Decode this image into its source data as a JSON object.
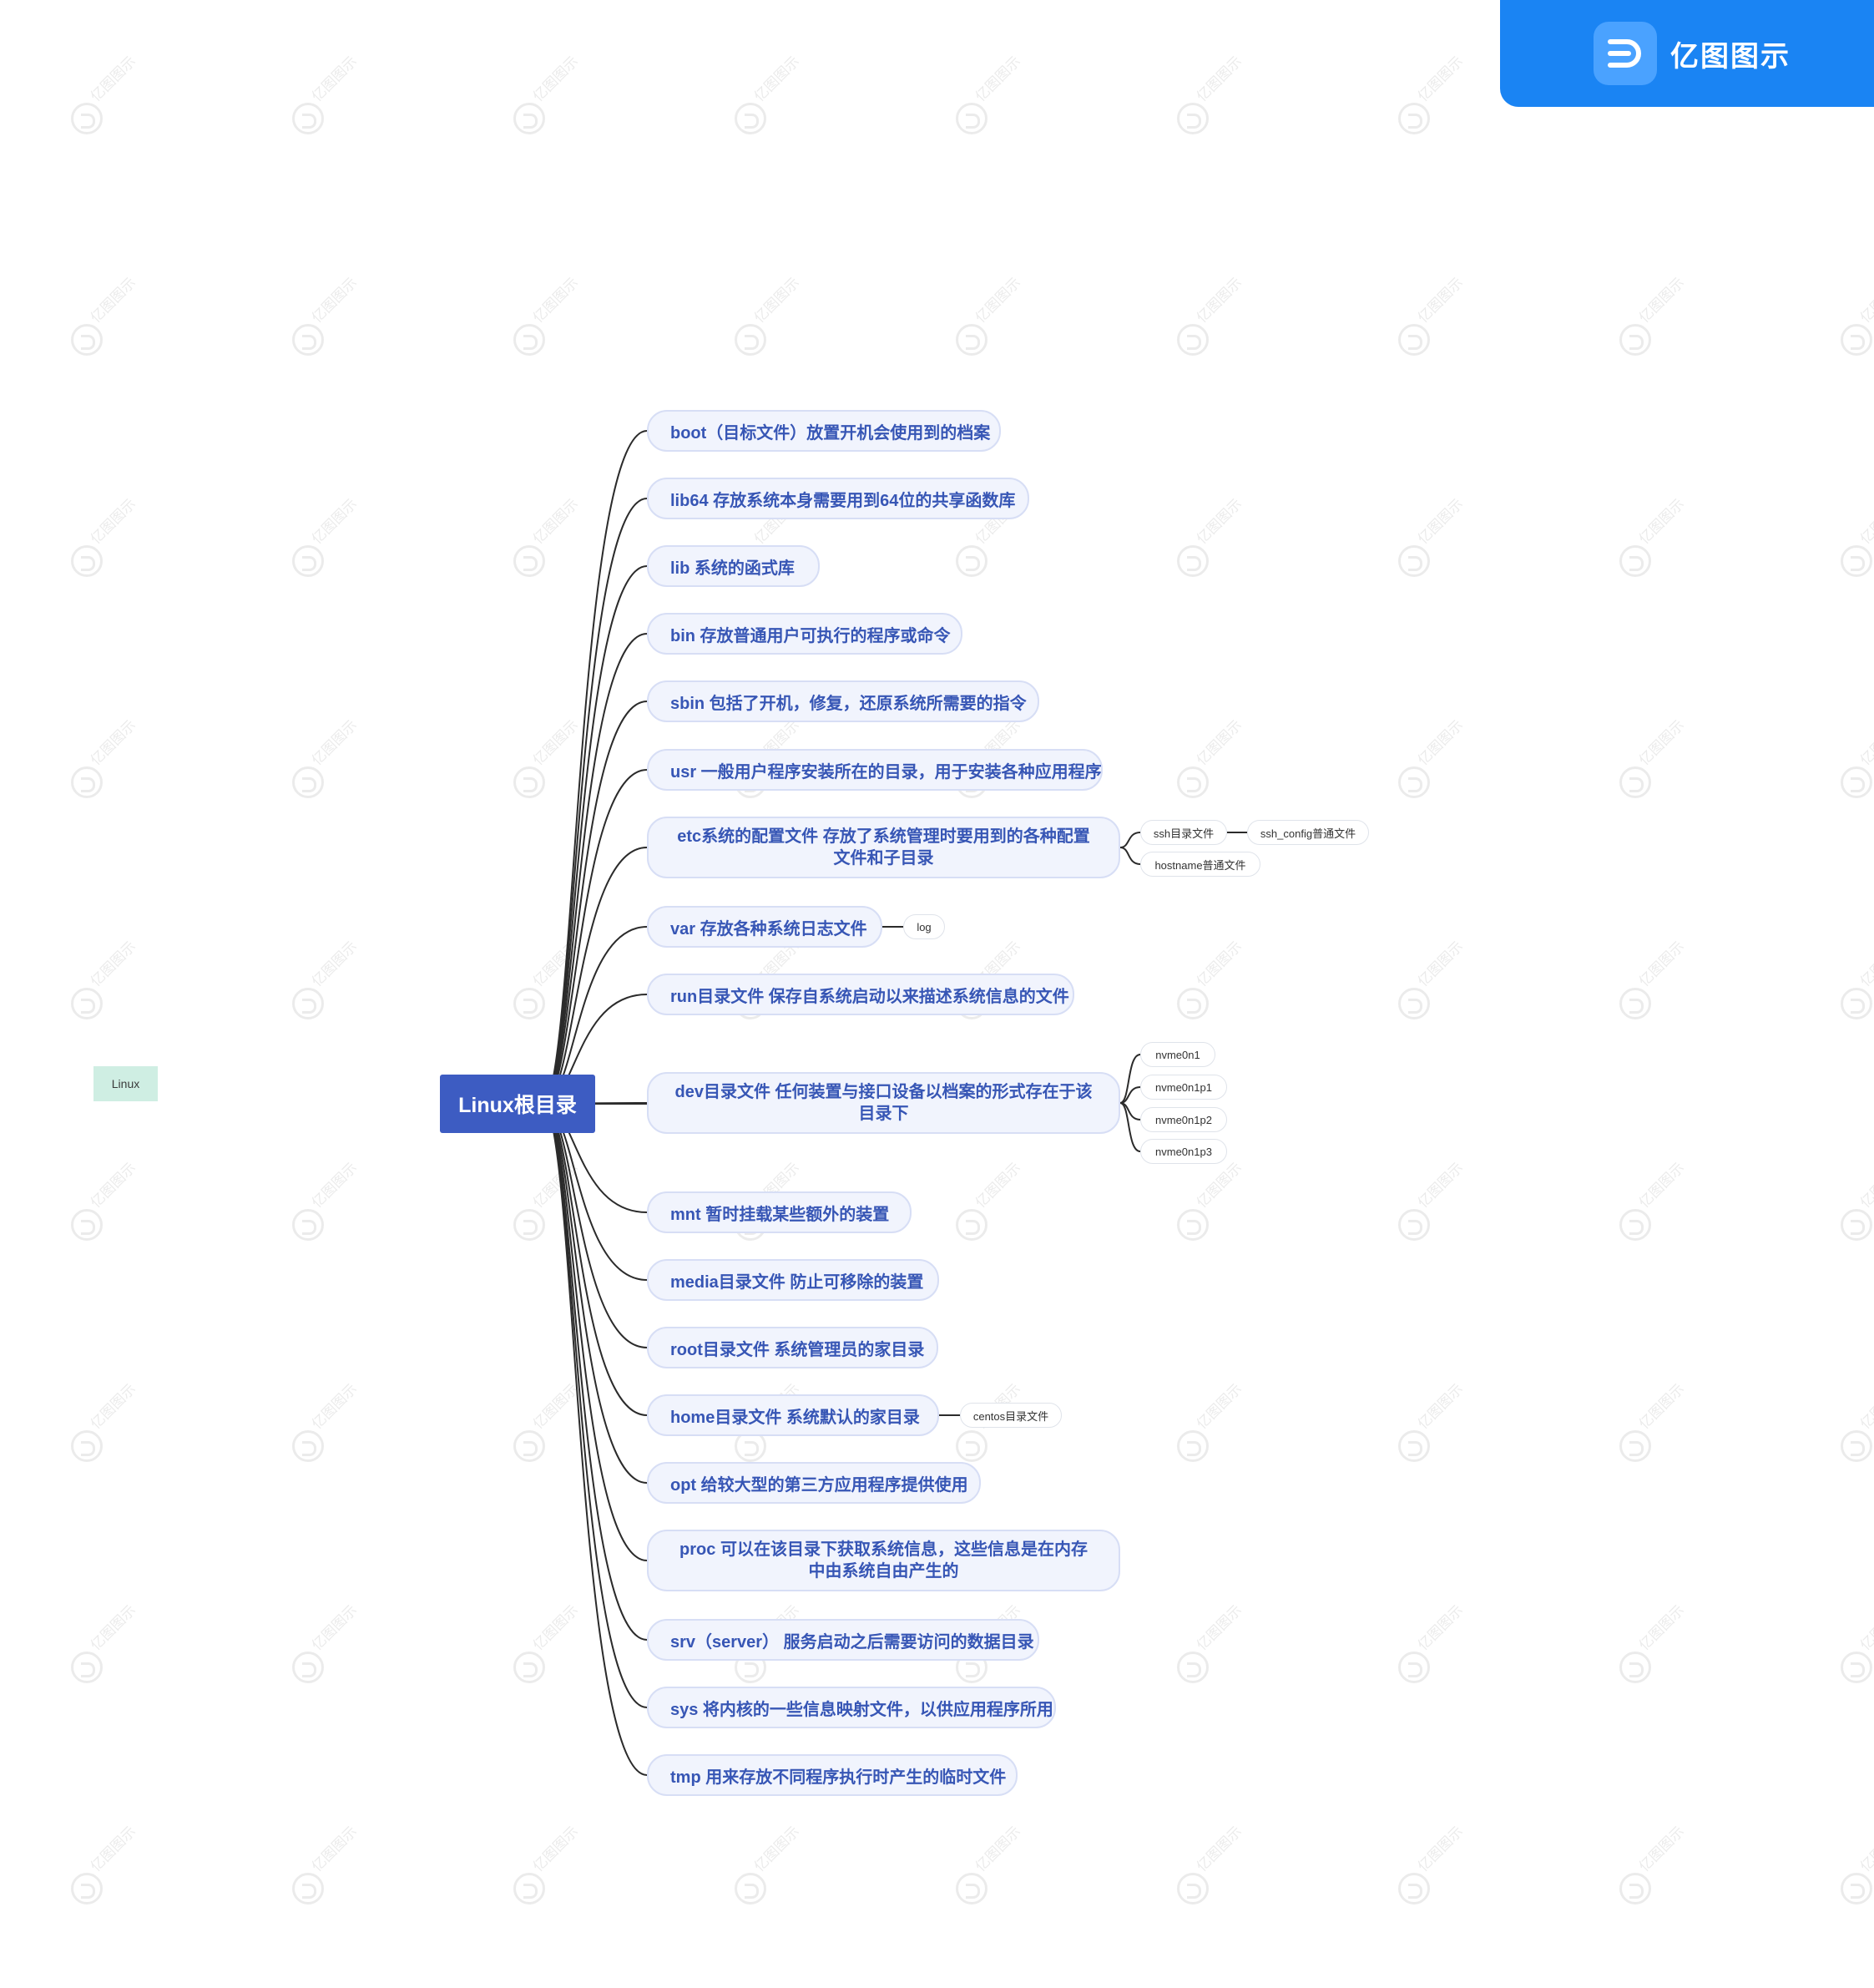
{
  "brand": {
    "name": "亿图图示",
    "color": "#1a84f3"
  },
  "watermark_text": "亿图图示",
  "side_label": "Linux",
  "root": {
    "label": "Linux根目录",
    "color": "#3d5cc2"
  },
  "branches": [
    {
      "id": "boot",
      "label": "boot（目标文件）放置开机会使用到的档案"
    },
    {
      "id": "lib64",
      "label": "lib64 存放系统本身需要用到64位的共享函数库"
    },
    {
      "id": "lib",
      "label": "lib  系统的函式库"
    },
    {
      "id": "bin",
      "label": "bin 存放普通用户可执行的程序或命令"
    },
    {
      "id": "sbin",
      "label": "sbin  包括了开机，修复，还原系统所需要的指令"
    },
    {
      "id": "usr",
      "label": "usr 一般用户程序安装所在的目录，用于安装各种应用程序"
    },
    {
      "id": "etc",
      "label": "etc系统的配置文件 存放了系统管理时要用到的各种配置文件和子目录",
      "children": [
        {
          "label": "ssh目录文件",
          "children": [
            {
              "label": "ssh_config普通文件"
            }
          ]
        },
        {
          "label": "hostname普通文件"
        }
      ]
    },
    {
      "id": "var",
      "label": "var 存放各种系统日志文件",
      "children": [
        {
          "label": "log"
        }
      ]
    },
    {
      "id": "run",
      "label": "run目录文件 保存自系统启动以来描述系统信息的文件"
    },
    {
      "id": "dev",
      "label": "dev目录文件  任何装置与接口设备以档案的形式存在于该目录下",
      "children": [
        {
          "label": "nvme0n1"
        },
        {
          "label": "nvme0n1p1"
        },
        {
          "label": "nvme0n1p2"
        },
        {
          "label": "nvme0n1p3"
        }
      ]
    },
    {
      "id": "mnt",
      "label": "mnt  暂时挂载某些额外的装置"
    },
    {
      "id": "media",
      "label": "media目录文件 防止可移除的装置"
    },
    {
      "id": "root",
      "label": "root目录文件 系统管理员的家目录"
    },
    {
      "id": "home",
      "label": "home目录文件  系统默认的家目录",
      "children": [
        {
          "label": "centos目录文件"
        }
      ]
    },
    {
      "id": "opt",
      "label": "opt 给较大型的第三方应用程序提供使用"
    },
    {
      "id": "proc",
      "label": "proc 可以在该目录下获取系统信息，这些信息是在内存中由系统自由产生的"
    },
    {
      "id": "srv",
      "label": "srv（server） 服务启动之后需要访问的数据目录"
    },
    {
      "id": "sys",
      "label": "sys 将内核的一些信息映射文件，以供应用程序所用"
    },
    {
      "id": "tmp",
      "label": "tmp 用来存放不同程序执行时产生的临时文件"
    }
  ]
}
